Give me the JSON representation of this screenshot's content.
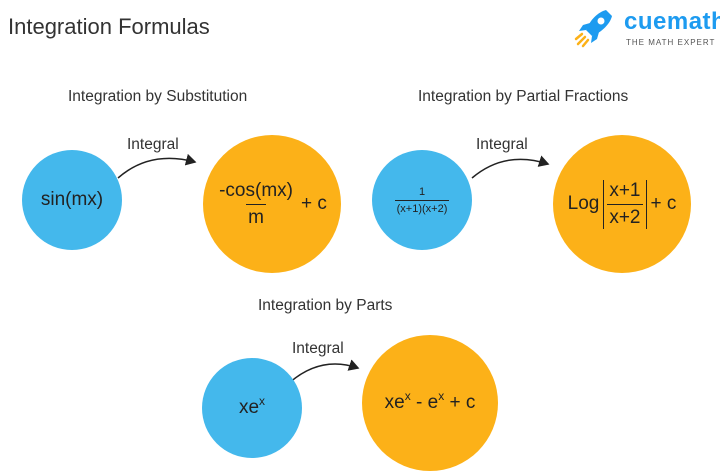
{
  "header": {
    "title": "Integration Formulas",
    "logo": {
      "name": "cuemath",
      "tagline": "THE MATH EXPERT",
      "icon": "rocket-icon",
      "brand_color": "#1d9bf0"
    }
  },
  "colors": {
    "input_circle": "#44b8ec",
    "result_circle": "#fcb118"
  },
  "sections": {
    "substitution": {
      "title": "Integration by Substitution",
      "arrow_label": "Integral",
      "input": "sin(mx)",
      "result": {
        "numerator": "-cos(mx)",
        "denominator": "m",
        "suffix": "+ c"
      }
    },
    "partial_fractions": {
      "title": "Integration by Partial Fractions",
      "arrow_label": "Integral",
      "input": {
        "numerator": "1",
        "denominator": "(x+1)(x+2)"
      },
      "result": {
        "prefix": "Log",
        "numerator": "x+1",
        "denominator": "x+2",
        "suffix": "+ c"
      }
    },
    "parts": {
      "title": "Integration by Parts",
      "arrow_label": "Integral",
      "input": {
        "base": "xe",
        "exp": "x"
      },
      "result": {
        "term1_base": "xe",
        "term1_exp": "x",
        "minus": "-",
        "term2_base": "e",
        "term2_exp": "x",
        "suffix": "+ c"
      }
    }
  }
}
